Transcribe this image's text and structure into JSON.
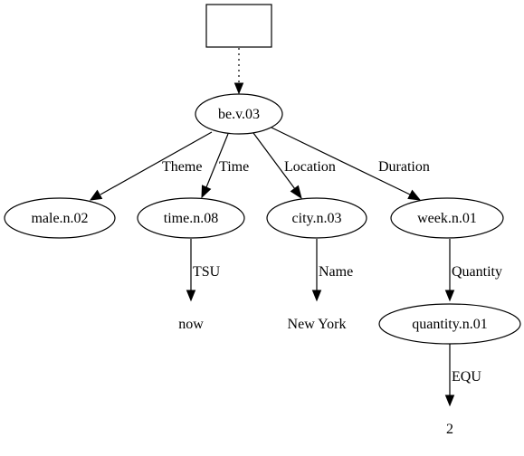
{
  "diagram": {
    "box_node": {
      "label": ""
    },
    "nodes": {
      "be": "be.v.03",
      "male": "male.n.02",
      "time": "time.n.08",
      "city": "city.n.03",
      "week": "week.n.01",
      "quantity": "quantity.n.01",
      "now": "now",
      "new_york": "New York",
      "two": "2"
    },
    "edges": {
      "theme": "Theme",
      "time": "Time",
      "location": "Location",
      "duration": "Duration",
      "tsu": "TSU",
      "name": "Name",
      "quantity": "Quantity",
      "equ": "EQU"
    }
  }
}
